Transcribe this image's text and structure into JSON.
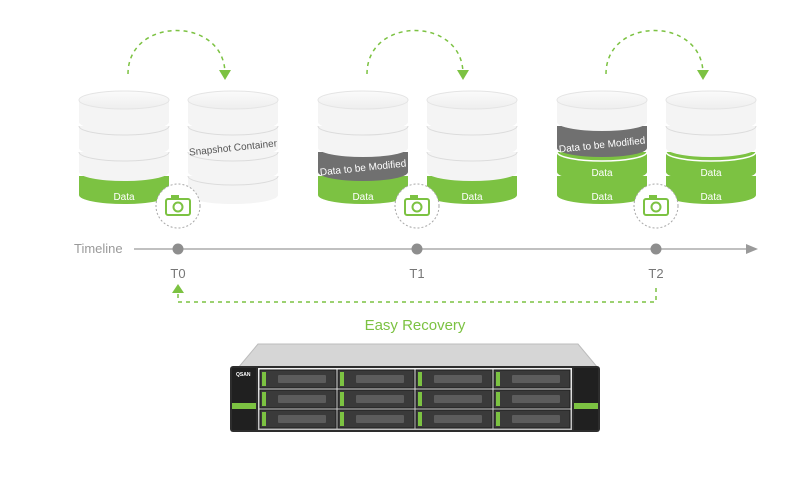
{
  "colors": {
    "green": "#7cc242",
    "disk_white": "#f4f4f4",
    "disk_edge": "#dcdcdc",
    "gray_band": "#707070",
    "timeline": "#9a9a9a",
    "dot": "#8e8e8e"
  },
  "icons": {
    "snapshot": "camera-icon",
    "arrow": "dashed-curved-arrow"
  },
  "labels": {
    "data": "Data",
    "snapshot_container": "Snapshot Container",
    "modified": "Data to be Modified",
    "timeline": "Timeline",
    "easy_recovery": "Easy Recovery",
    "brand": "QSAN"
  },
  "timepoints": [
    {
      "label": "T0"
    },
    {
      "label": "T1"
    },
    {
      "label": "T2"
    }
  ]
}
